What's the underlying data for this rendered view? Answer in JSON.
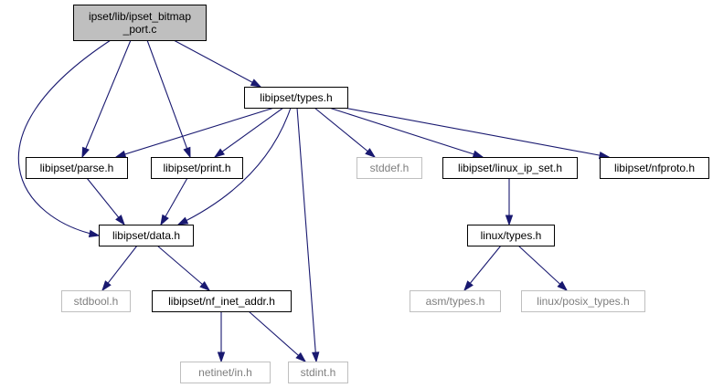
{
  "diagram": {
    "kind": "include-dependency-graph",
    "colors": {
      "edge": "#191970",
      "focus_fill": "#bfbfbf",
      "normal_border": "#000000",
      "external_border": "#bfbfbf",
      "external_text": "#7f7f7f",
      "background": "#ffffff"
    },
    "nodes": [
      {
        "id": "root",
        "lines": [
          "ipset/lib/ipset_bitmap",
          "_port.c"
        ],
        "style": "focus"
      },
      {
        "id": "types",
        "lines": [
          "libipset/types.h"
        ],
        "style": "normal"
      },
      {
        "id": "parse",
        "lines": [
          "libipset/parse.h"
        ],
        "style": "normal"
      },
      {
        "id": "print",
        "lines": [
          "libipset/print.h"
        ],
        "style": "normal"
      },
      {
        "id": "stddef",
        "lines": [
          "stddef.h"
        ],
        "style": "external"
      },
      {
        "id": "linux_ip_set",
        "lines": [
          "libipset/linux_ip_set.h"
        ],
        "style": "normal"
      },
      {
        "id": "nfproto",
        "lines": [
          "libipset/nfproto.h"
        ],
        "style": "normal"
      },
      {
        "id": "data",
        "lines": [
          "libipset/data.h"
        ],
        "style": "normal"
      },
      {
        "id": "linux_types",
        "lines": [
          "linux/types.h"
        ],
        "style": "normal"
      },
      {
        "id": "stdbool",
        "lines": [
          "stdbool.h"
        ],
        "style": "external"
      },
      {
        "id": "nf_inet_addr",
        "lines": [
          "libipset/nf_inet_addr.h"
        ],
        "style": "normal"
      },
      {
        "id": "asm_types",
        "lines": [
          "asm/types.h"
        ],
        "style": "external"
      },
      {
        "id": "posix_types",
        "lines": [
          "linux/posix_types.h"
        ],
        "style": "external"
      },
      {
        "id": "netinet_in",
        "lines": [
          "netinet/in.h"
        ],
        "style": "external"
      },
      {
        "id": "stdint",
        "lines": [
          "stdint.h"
        ],
        "style": "external"
      }
    ],
    "edges": [
      {
        "from": "root",
        "to": "types"
      },
      {
        "from": "root",
        "to": "parse"
      },
      {
        "from": "root",
        "to": "print"
      },
      {
        "from": "root",
        "to": "data"
      },
      {
        "from": "types",
        "to": "parse"
      },
      {
        "from": "types",
        "to": "print"
      },
      {
        "from": "types",
        "to": "data"
      },
      {
        "from": "types",
        "to": "stddef"
      },
      {
        "from": "types",
        "to": "linux_ip_set"
      },
      {
        "from": "types",
        "to": "nfproto"
      },
      {
        "from": "types",
        "to": "stdint"
      },
      {
        "from": "parse",
        "to": "data"
      },
      {
        "from": "print",
        "to": "data"
      },
      {
        "from": "linux_ip_set",
        "to": "linux_types"
      },
      {
        "from": "data",
        "to": "stdbool"
      },
      {
        "from": "data",
        "to": "nf_inet_addr"
      },
      {
        "from": "linux_types",
        "to": "asm_types"
      },
      {
        "from": "linux_types",
        "to": "posix_types"
      },
      {
        "from": "nf_inet_addr",
        "to": "netinet_in"
      },
      {
        "from": "nf_inet_addr",
        "to": "stdint"
      }
    ]
  }
}
